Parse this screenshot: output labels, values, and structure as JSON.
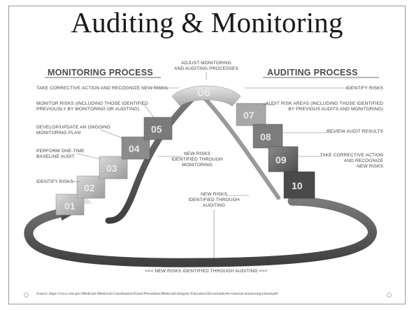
{
  "slide": {
    "title": "Auditing & Monitoring",
    "source": "Source: https://www.cms.gov/Medicare-Medicaid-Coordination/Fraud-Prevention/Medicaid-Integrity-Education/Downloads/ehr-internal-monitoring-jobaid.pdf"
  },
  "diagram": {
    "monitoring_heading": "MONITORING PROCESS",
    "auditing_heading": "AUDITING PROCESS",
    "top_label_line1": "ADJUST MONITORING",
    "top_label_line2": "AND AUDITING PROCESSES",
    "steps": {
      "s01": "01",
      "s02": "02",
      "s03": "03",
      "s04": "04",
      "s05": "05",
      "s06": "06",
      "s07": "07",
      "s08": "08",
      "s09": "09",
      "s10": "10"
    },
    "monitoring_labels": {
      "corrective": "TAKE CORRECTIVE ACTION AND RECOGNIZE NEW RISKS",
      "monitor_line1": "MONITOR RISKS (INCLUDING THOSE IDENTIFIED",
      "monitor_line2": "PREVIOUSLY BY MONITORING OR AUDITING)",
      "develop_line1": "DEVELOP/UPDATE AN ONGOING",
      "develop_line2": "MONITORING PLAN",
      "perform_line1": "PERFORM ONE-TIME",
      "perform_line2": "BASELINE AUDIT",
      "identify": "IDENTIFY RISKS"
    },
    "auditing_labels": {
      "identify": "IDENTIFY RISKS",
      "audit_line1": "AUDIT RISK AREAS (INCLUDING THOSE IDENTIFIED",
      "audit_line2": "BY PREVIOUS AUDITS AND MONITORING)",
      "review": "REVIEW AUDIT RESULTS",
      "corrective_line1": "TAKE CORRECTIVE ACTION",
      "corrective_line2": "AND RECOGNIZE",
      "corrective_line3": "NEW RISKS"
    },
    "new_risks_monitoring_line1": "NEW RISKS",
    "new_risks_monitoring_line2": "IDENTIFIED THROUGH",
    "new_risks_monitoring_line3": "MONITORING",
    "new_risks_auditing_line1": "NEW RISKS",
    "new_risks_auditing_line2": "IDENTIFIED THROUGH",
    "new_risks_auditing_line3": "AUDITING",
    "bottom_label": "<<< NEW RISKS IDENTIFIED THROUGH AUDITING <<<"
  },
  "colors": {
    "text": "#1a1a1a",
    "step_light": "#c8c8c8",
    "step_dark": "#6e6e6e",
    "arrow": "#5a5a5a"
  }
}
